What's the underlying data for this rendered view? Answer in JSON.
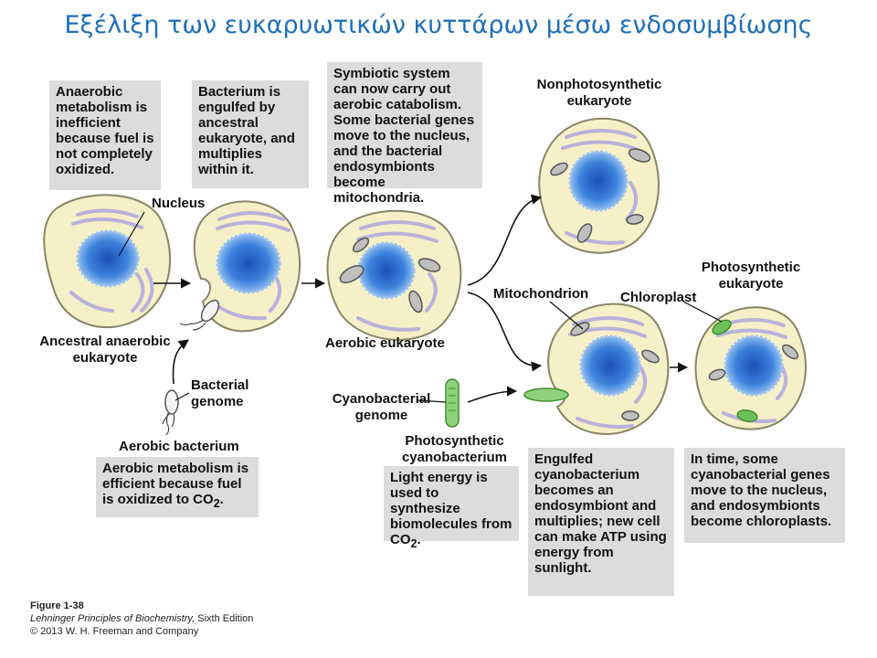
{
  "title": "Εξέλιξη των  ευκαρυωτικών κυττάρων μέσω ενδοσυμβίωσης",
  "boxes": {
    "anaerobic": "Anaerobic metabolism is inefficient because fuel is not completely oxidized.",
    "engulfed": "Bacterium is engulfed by ancestral eukaryote, and multiplies within it.",
    "symbiotic_pre": "Symbiotic system can now carry out aerobic catabolism. Some bacterial genes move to the nucleus, and the bacterial endosymbionts become ",
    "symbiotic_bold": "mitochondria",
    "symbiotic_post": ".",
    "aerobic_pre": "Aerobic metabolism is efficient because fuel is oxidized to CO",
    "aerobic_sub": "2",
    "aerobic_post": ".",
    "light_pre": "Light energy is used to synthesize biomolecules from CO",
    "light_sub": "2",
    "light_post": ".",
    "engulfed_cyano": "Engulfed cyanobacterium becomes an endosymbiont and multiplies; new cell can make ATP using energy from sunlight.",
    "in_time_pre": "In time, some cyanobacterial genes move to the nucleus, and endosymbionts become ",
    "in_time_bold": "chloroplasts",
    "in_time_post": "."
  },
  "labels": {
    "nucleus": "Nucleus",
    "ancestral": "Ancestral anaerobic eukaryote",
    "bacterial_genome": "Bacterial genome",
    "aerobic_bacterium": "Aerobic bacterium",
    "aerobic_eukaryote": "Aerobic eukaryote",
    "nonphotosynthetic": "Nonphotosynthetic eukaryote",
    "mitochondrion": "Mitochondrion",
    "chloroplast": "Chloroplast",
    "photosynthetic": "Photosynthetic eukaryote",
    "cyanobacterial_genome": "Cyanobacterial genome",
    "photosynthetic_cyanobacterium": "Photosynthetic cyanobacterium"
  },
  "credits": {
    "figure": "Figure 1-38",
    "book": "Lehninger Principles of Biochemistry,",
    "edition": " Sixth Edition",
    "copyright": "© 2013 W. H. Freeman and Company"
  },
  "colors": {
    "title": "#1f6fb8",
    "box_bg": "#dcdcdd",
    "cell_fill": "#f6f0c8",
    "cell_stroke": "#8a8466",
    "nucleus": "#2f6fcf",
    "er": "#b8b2dc",
    "mito": "#9a9a9a",
    "chloroplast": "#6dbf5a"
  }
}
